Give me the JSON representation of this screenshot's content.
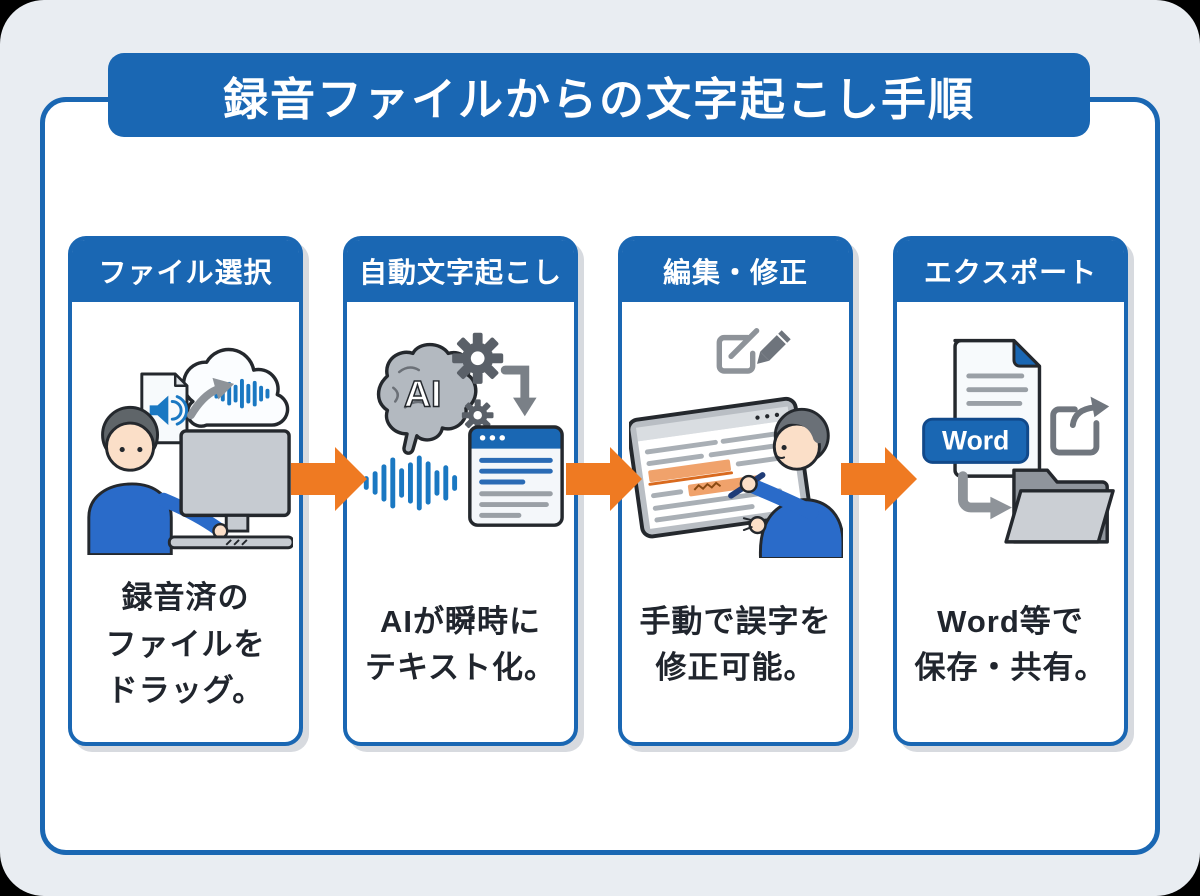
{
  "colors": {
    "background": "#E9EDF2",
    "frame_blue": "#1A67B3",
    "arrow_orange": "#EF7A22",
    "ink": "#20252D",
    "canvas_white": "#FFFFFF"
  },
  "title": {
    "text": "録音ファイルからの文字起こし手順"
  },
  "steps": [
    {
      "header": "ファイル選択",
      "caption_lines": [
        "録音済の",
        "ファイルを",
        "ドラッグ。"
      ],
      "icon": "person-dragging-audio-file-to-cloud"
    },
    {
      "header": "自動文字起こし",
      "caption_lines": [
        "AIが瞬時に",
        "テキスト化。"
      ],
      "ai_label": "AI",
      "icon": "ai-brain-waveform-to-text-window"
    },
    {
      "header": "編集・修正",
      "caption_lines": [
        "手動で誤字を",
        "修正可能。"
      ],
      "icon": "person-correcting-text-on-tablet"
    },
    {
      "header": "エクスポート",
      "caption_lines": [
        "Word等で",
        "保存・共有。"
      ],
      "word_badge": "Word",
      "icon": "word-file-export-to-folder"
    }
  ],
  "connectors": {
    "shape": "arrow-right",
    "color": "#EF7A22",
    "count": 3
  }
}
